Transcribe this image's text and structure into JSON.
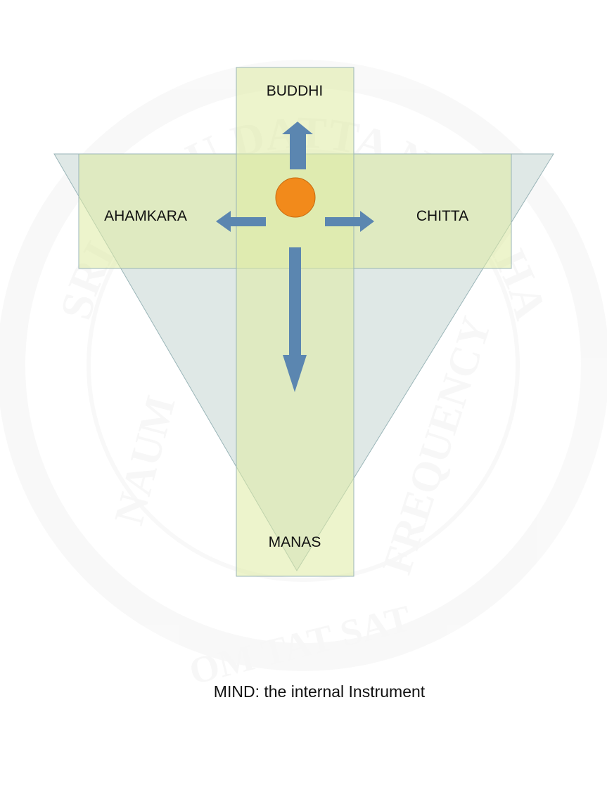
{
  "diagram": {
    "labels": {
      "top": "BUDDHI",
      "left": "AHAMKARA",
      "right": "CHITTA",
      "bottom": "MANAS"
    },
    "caption": "MIND: the internal Instrument",
    "watermark": {
      "top_text": "SRI GURU DATTA NAMAHA",
      "left_text": "NAUM",
      "right_text": "FREQUENCY",
      "bottom_text": "OM TAT SAT"
    },
    "colors": {
      "triangle_fill": "#dce6e3",
      "bar_fill": "#dfeba3",
      "bar_stroke": "#9ab5b8",
      "arrow": "#5b86b0",
      "center_dot": "#f28a1b",
      "center_dot_stroke": "#c46a10",
      "text": "#111111"
    }
  }
}
